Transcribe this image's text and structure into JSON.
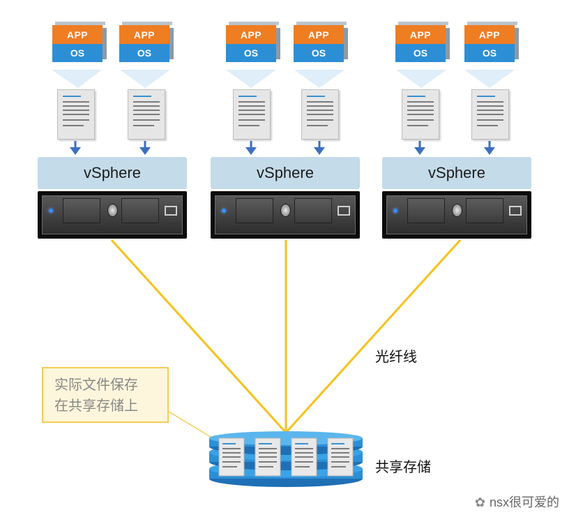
{
  "diagram": {
    "vm_app_label": "APP",
    "vm_os_label": "OS",
    "hosts": [
      {
        "hypervisor": "vSphere"
      },
      {
        "hypervisor": "vSphere"
      },
      {
        "hypervisor": "vSphere"
      }
    ],
    "fiber_label": "光纤线",
    "storage_label": "共享存储",
    "note": {
      "line1": "实际文件保存",
      "line2": "在共享存储上"
    },
    "watermark": "nsx很可爱的",
    "colors": {
      "app": "#ef7d22",
      "os": "#2c8fd6",
      "fiber": "#f5c21b",
      "vsphere": "#c4dbe9",
      "storage": "#2c8fd6"
    }
  }
}
